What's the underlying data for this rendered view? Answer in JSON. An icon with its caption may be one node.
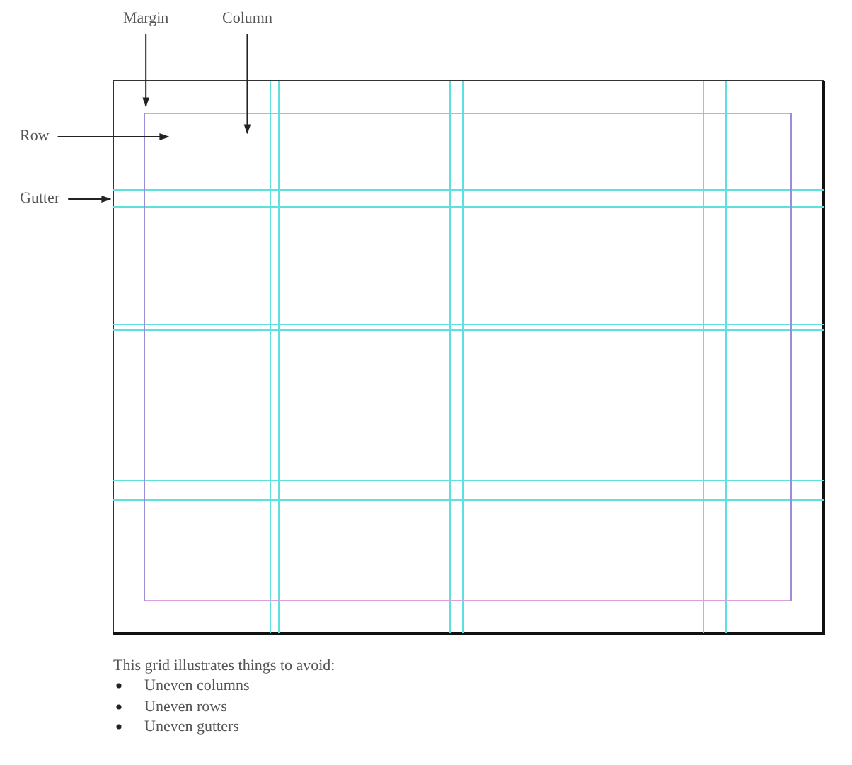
{
  "diagram": {
    "caption": "This grid illustrates things to avoid:",
    "nodes": [
      {
        "text": [
          "Margin"
        ]
      },
      {
        "text": [
          "Column"
        ]
      },
      {
        "text": [
          "Row"
        ]
      },
      {
        "text": [
          "Gutter"
        ]
      }
    ],
    "edges": [
      {
        "from": 0,
        "to": null,
        "arrow": "to"
      },
      {
        "from": 1,
        "to": null,
        "arrow": "to"
      },
      {
        "from": 2,
        "to": null,
        "arrow": "to"
      },
      {
        "from": 3,
        "to": null,
        "arrow": "to"
      }
    ],
    "labels": [
      "Uneven columns",
      "Uneven rows",
      "Uneven gutters"
    ]
  }
}
